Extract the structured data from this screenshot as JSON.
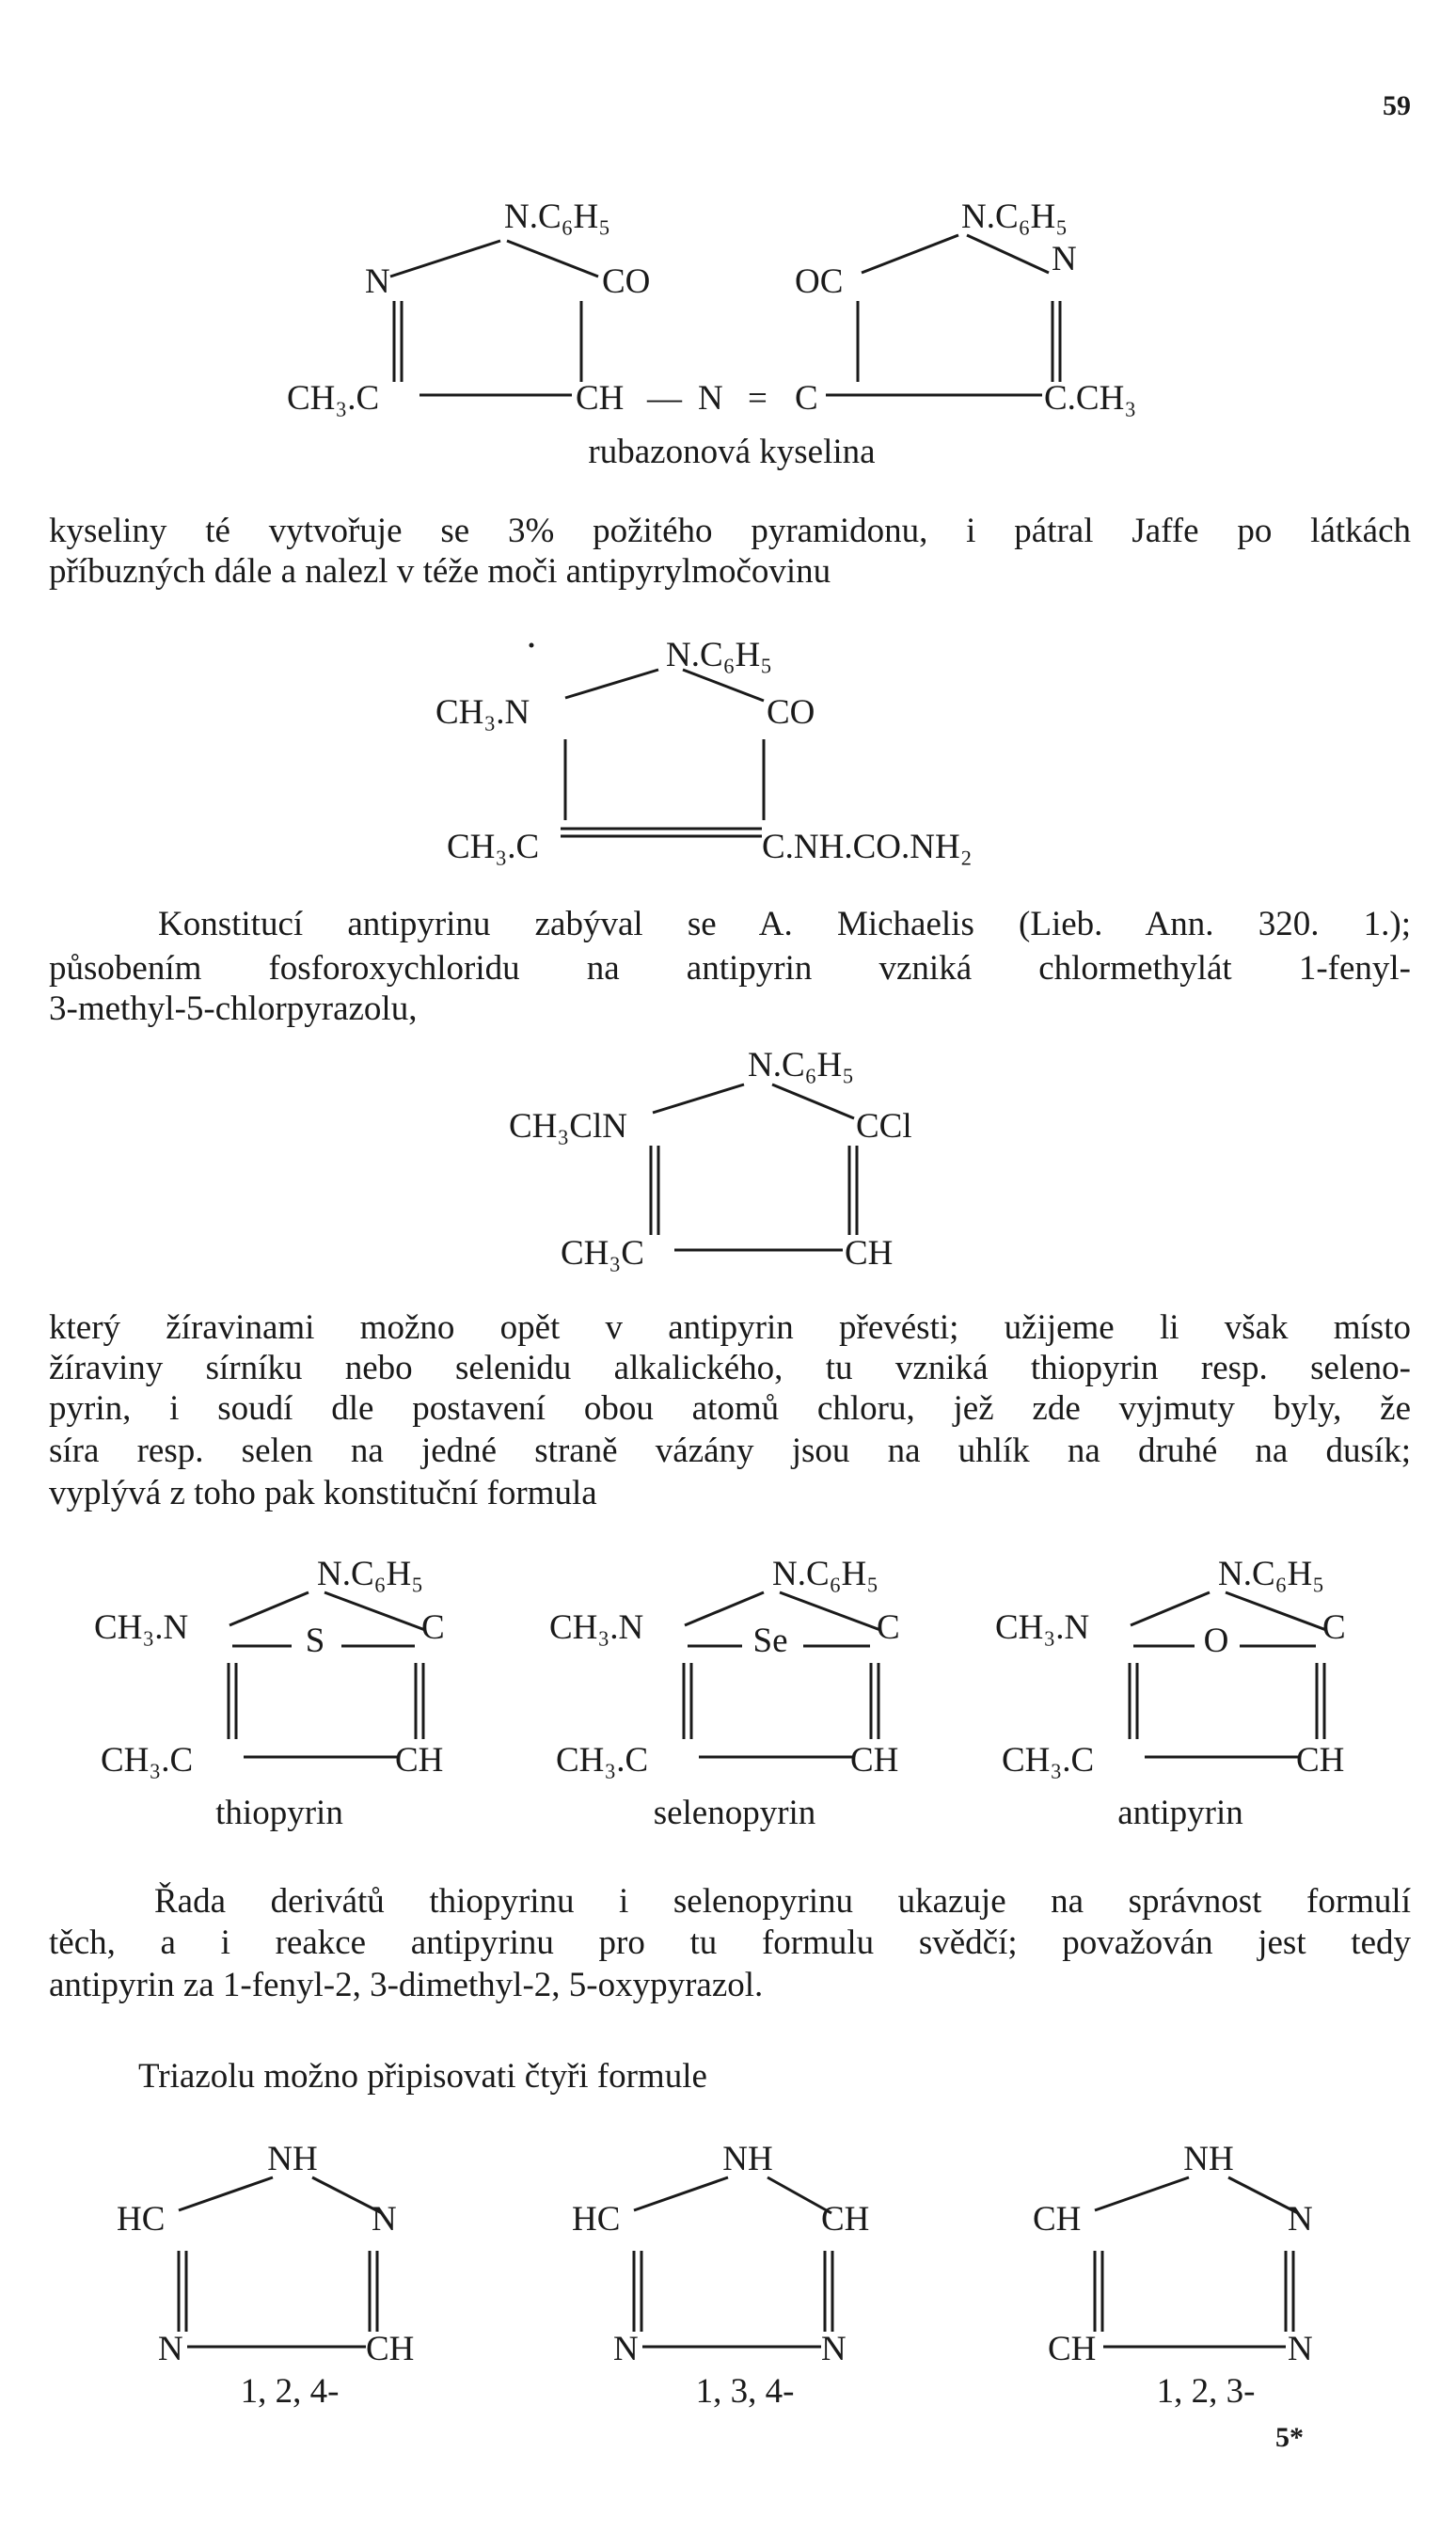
{
  "page_number": "59",
  "footer_signature": "5*",
  "rubazonic": {
    "left_top": "N.C₆H₅",
    "left_n": "N",
    "left_co": "CO",
    "left_bottom": "CH₃.C",
    "ch": "CH",
    "dash": "—",
    "n": "N",
    "eq": "=",
    "c": "C",
    "right_oc": "OC",
    "right_top": "N.C₆H₅",
    "right_n": "N",
    "right_bottom": "C.CH₃",
    "label": "rubazonová kyselina"
  },
  "para1": [
    "kyseliny té vytvořuje se 3% požitého pyramidonu, i pátral Jaffe po látkách",
    "příbuzných dále a nalezl v téže moči antipyrylmočovinu"
  ],
  "urea": {
    "top": "N.C₆H₅",
    "left": "CH₃.N",
    "right": "CO",
    "bottom_left": "CH₃.C",
    "bottom_right": "C.NH.CO.NH₂"
  },
  "para2": [
    "Konstitucí antipyrinu zabýval se A. Michaelis (Lieb. Ann. 320. 1.);",
    "působením fosforoxychloridu na antipyrin vzniká chlormethylát 1-fenyl-",
    "3-methyl-5-chlorpyrazolu,"
  ],
  "chloro": {
    "top": "N.C₆H₅",
    "left": "CH₃ClN",
    "right": "CCl",
    "bottom_left": "CH₃C",
    "bottom_right": "CH"
  },
  "para3": [
    "který žíravinami možno opět v antipyrin převésti; užijeme li však místo",
    "žíraviny sírníku nebo selenidu alkalického, tu vzniká thiopyrin resp. seleno-",
    "pyrin, i soudí dle postavení obou atomů chloru, jež zde vyjmuty byly, že",
    "síra resp. selen na jedné straně vázány jsou na uhlík na druhé na dusík;",
    "vyplývá z toho pak konstituční formula"
  ],
  "pyrins": [
    {
      "top": "N.C₆H₅",
      "left": "CH₃.N",
      "hetero": "S",
      "right": "C",
      "bottom_left": "CH₃.C",
      "bottom_right": "CH",
      "label": "thiopyrin"
    },
    {
      "top": "N.C₆H₅",
      "left": "CH₃.N",
      "hetero": "Se",
      "right": "C",
      "bottom_left": "CH₃.C",
      "bottom_right": "CH",
      "label": "selenopyrin"
    },
    {
      "top": "N.C₆H₅",
      "left": "CH₃.N",
      "hetero": "O",
      "right": "C",
      "bottom_left": "CH₃.C",
      "bottom_right": "CH",
      "label": "antipyrin"
    }
  ],
  "para4": [
    "Řada derivátů thiopyrinu i selenopyrinu ukazuje na správnost formulí",
    "těch, a i reakce antipyrinu pro tu formulu svědčí; považován jest tedy",
    "antipyrin za 1-fenyl-2, 3-dimethyl-2, 5-oxypyrazol."
  ],
  "triazole_intro": "Triazolu možno připisovati čtyři formule",
  "triazoles": [
    {
      "top": "NH",
      "left": "HC",
      "right": "N",
      "bottom_left": "N",
      "bottom_right": "CH",
      "label": "1, 2, 4-"
    },
    {
      "top": "NH",
      "left": "HC",
      "right": "CH",
      "bottom_left": "N",
      "bottom_right": "N",
      "label": "1, 3, 4-"
    },
    {
      "top": "NH",
      "left": "CH",
      "right": "N",
      "bottom_left": "CH",
      "bottom_right": "N",
      "label": "1, 2, 3-"
    }
  ]
}
